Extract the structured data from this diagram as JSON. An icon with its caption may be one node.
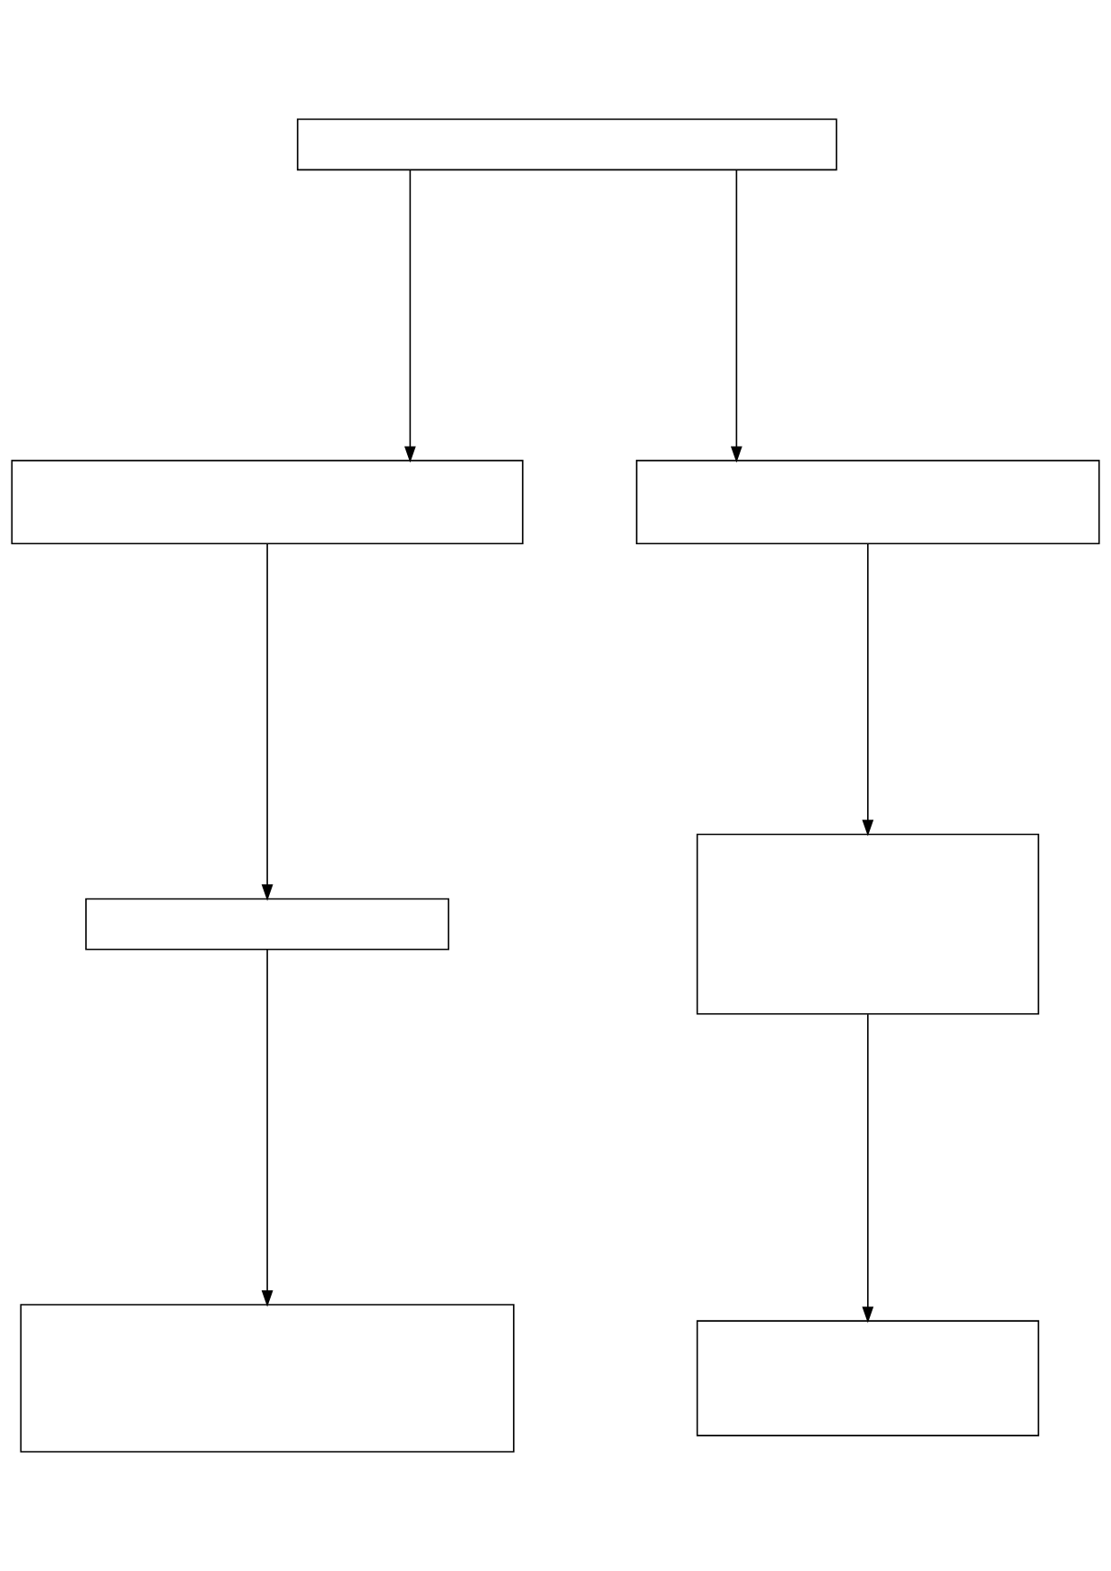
{
  "diagram": {
    "nodes": [
      {
        "text": [],
        "shape": "box"
      },
      {
        "text": [],
        "shape": "box"
      },
      {
        "text": [],
        "shape": "box"
      },
      {
        "text": [],
        "shape": "box"
      },
      {
        "text": [],
        "shape": "box"
      },
      {
        "text": [],
        "shape": "box"
      },
      {
        "text": [],
        "shape": "box"
      }
    ],
    "edges": [
      {
        "from": 0,
        "to": 1,
        "arrow": "to"
      },
      {
        "from": 0,
        "to": 2,
        "arrow": "to"
      },
      {
        "from": 1,
        "to": 3,
        "arrow": "to"
      },
      {
        "from": 2,
        "to": 4,
        "arrow": "to"
      },
      {
        "from": 3,
        "to": 5,
        "arrow": "to"
      },
      {
        "from": 4,
        "to": 6,
        "arrow": "to"
      }
    ]
  }
}
